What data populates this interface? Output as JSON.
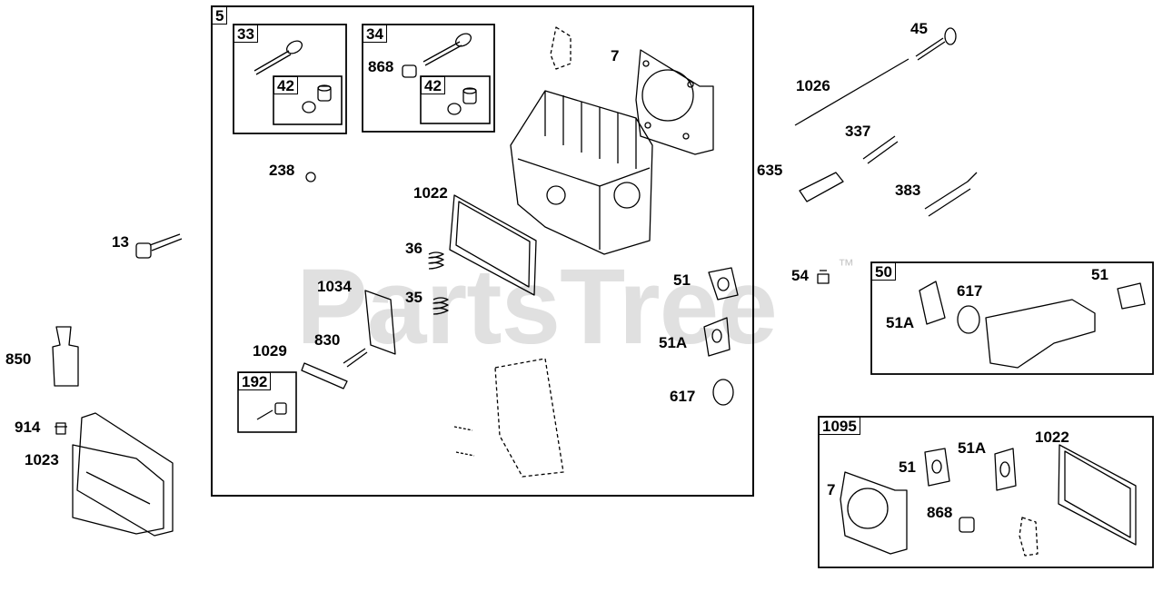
{
  "watermark": {
    "text": "PartsTree",
    "trademark": "™"
  },
  "groups": {
    "main": "5",
    "g33": "33",
    "g34": "34",
    "g42a": "42",
    "g42b": "42",
    "g192": "192",
    "g50": "50",
    "g1095": "1095"
  },
  "callouts": {
    "c7": "7",
    "c868a": "868",
    "c238": "238",
    "c1022": "1022",
    "c36": "36",
    "c35": "35",
    "c1034": "1034",
    "c51": "51",
    "c51a": "51A",
    "c617": "617",
    "c1029": "1029",
    "c830": "830",
    "c13": "13",
    "c850": "850",
    "c914": "914",
    "c1023": "1023",
    "c45": "45",
    "c1026": "1026",
    "c337": "337",
    "c635": "635",
    "c383": "383",
    "c54": "54",
    "c51a_50": "51A",
    "c617_50": "617",
    "c51_50": "51",
    "c7_1095": "7",
    "c51_1095": "51",
    "c51a_1095": "51A",
    "c1022_1095": "1022",
    "c868_1095": "868"
  }
}
